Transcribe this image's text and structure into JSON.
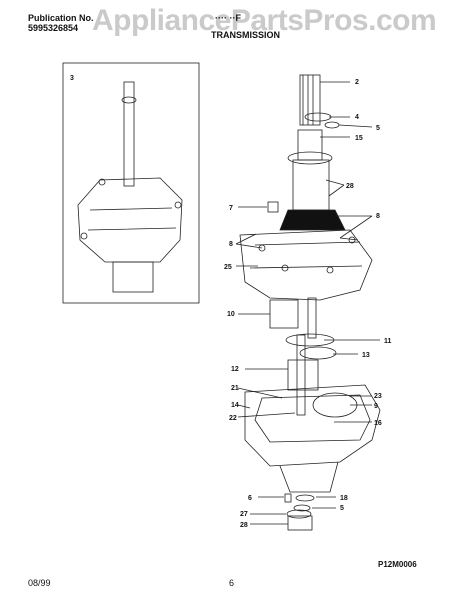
{
  "header": {
    "publication_label": "Publication No.",
    "publication_number": "5995326854",
    "model_partial": "···· ··F",
    "section_title": "TRANSMISSION"
  },
  "watermark": "AppliancePartsPros.com",
  "inset": {
    "label": "3"
  },
  "callouts": {
    "p2": "2",
    "p4": "4",
    "p5a": "5",
    "p15": "15",
    "p28a": "28",
    "p7": "7",
    "p8a": "8",
    "p8b": "8",
    "p25": "25",
    "p10": "10",
    "p11": "11",
    "p13": "13",
    "p12": "12",
    "p21": "21",
    "p14": "14",
    "p23": "23",
    "p9": "9",
    "p22": "22",
    "p16": "16",
    "p6": "6",
    "p18": "18",
    "p5b": "5",
    "p27": "27",
    "p28b": "28"
  },
  "drawing_code": "P12M0006",
  "footer": {
    "date": "08/99",
    "page": "6"
  }
}
